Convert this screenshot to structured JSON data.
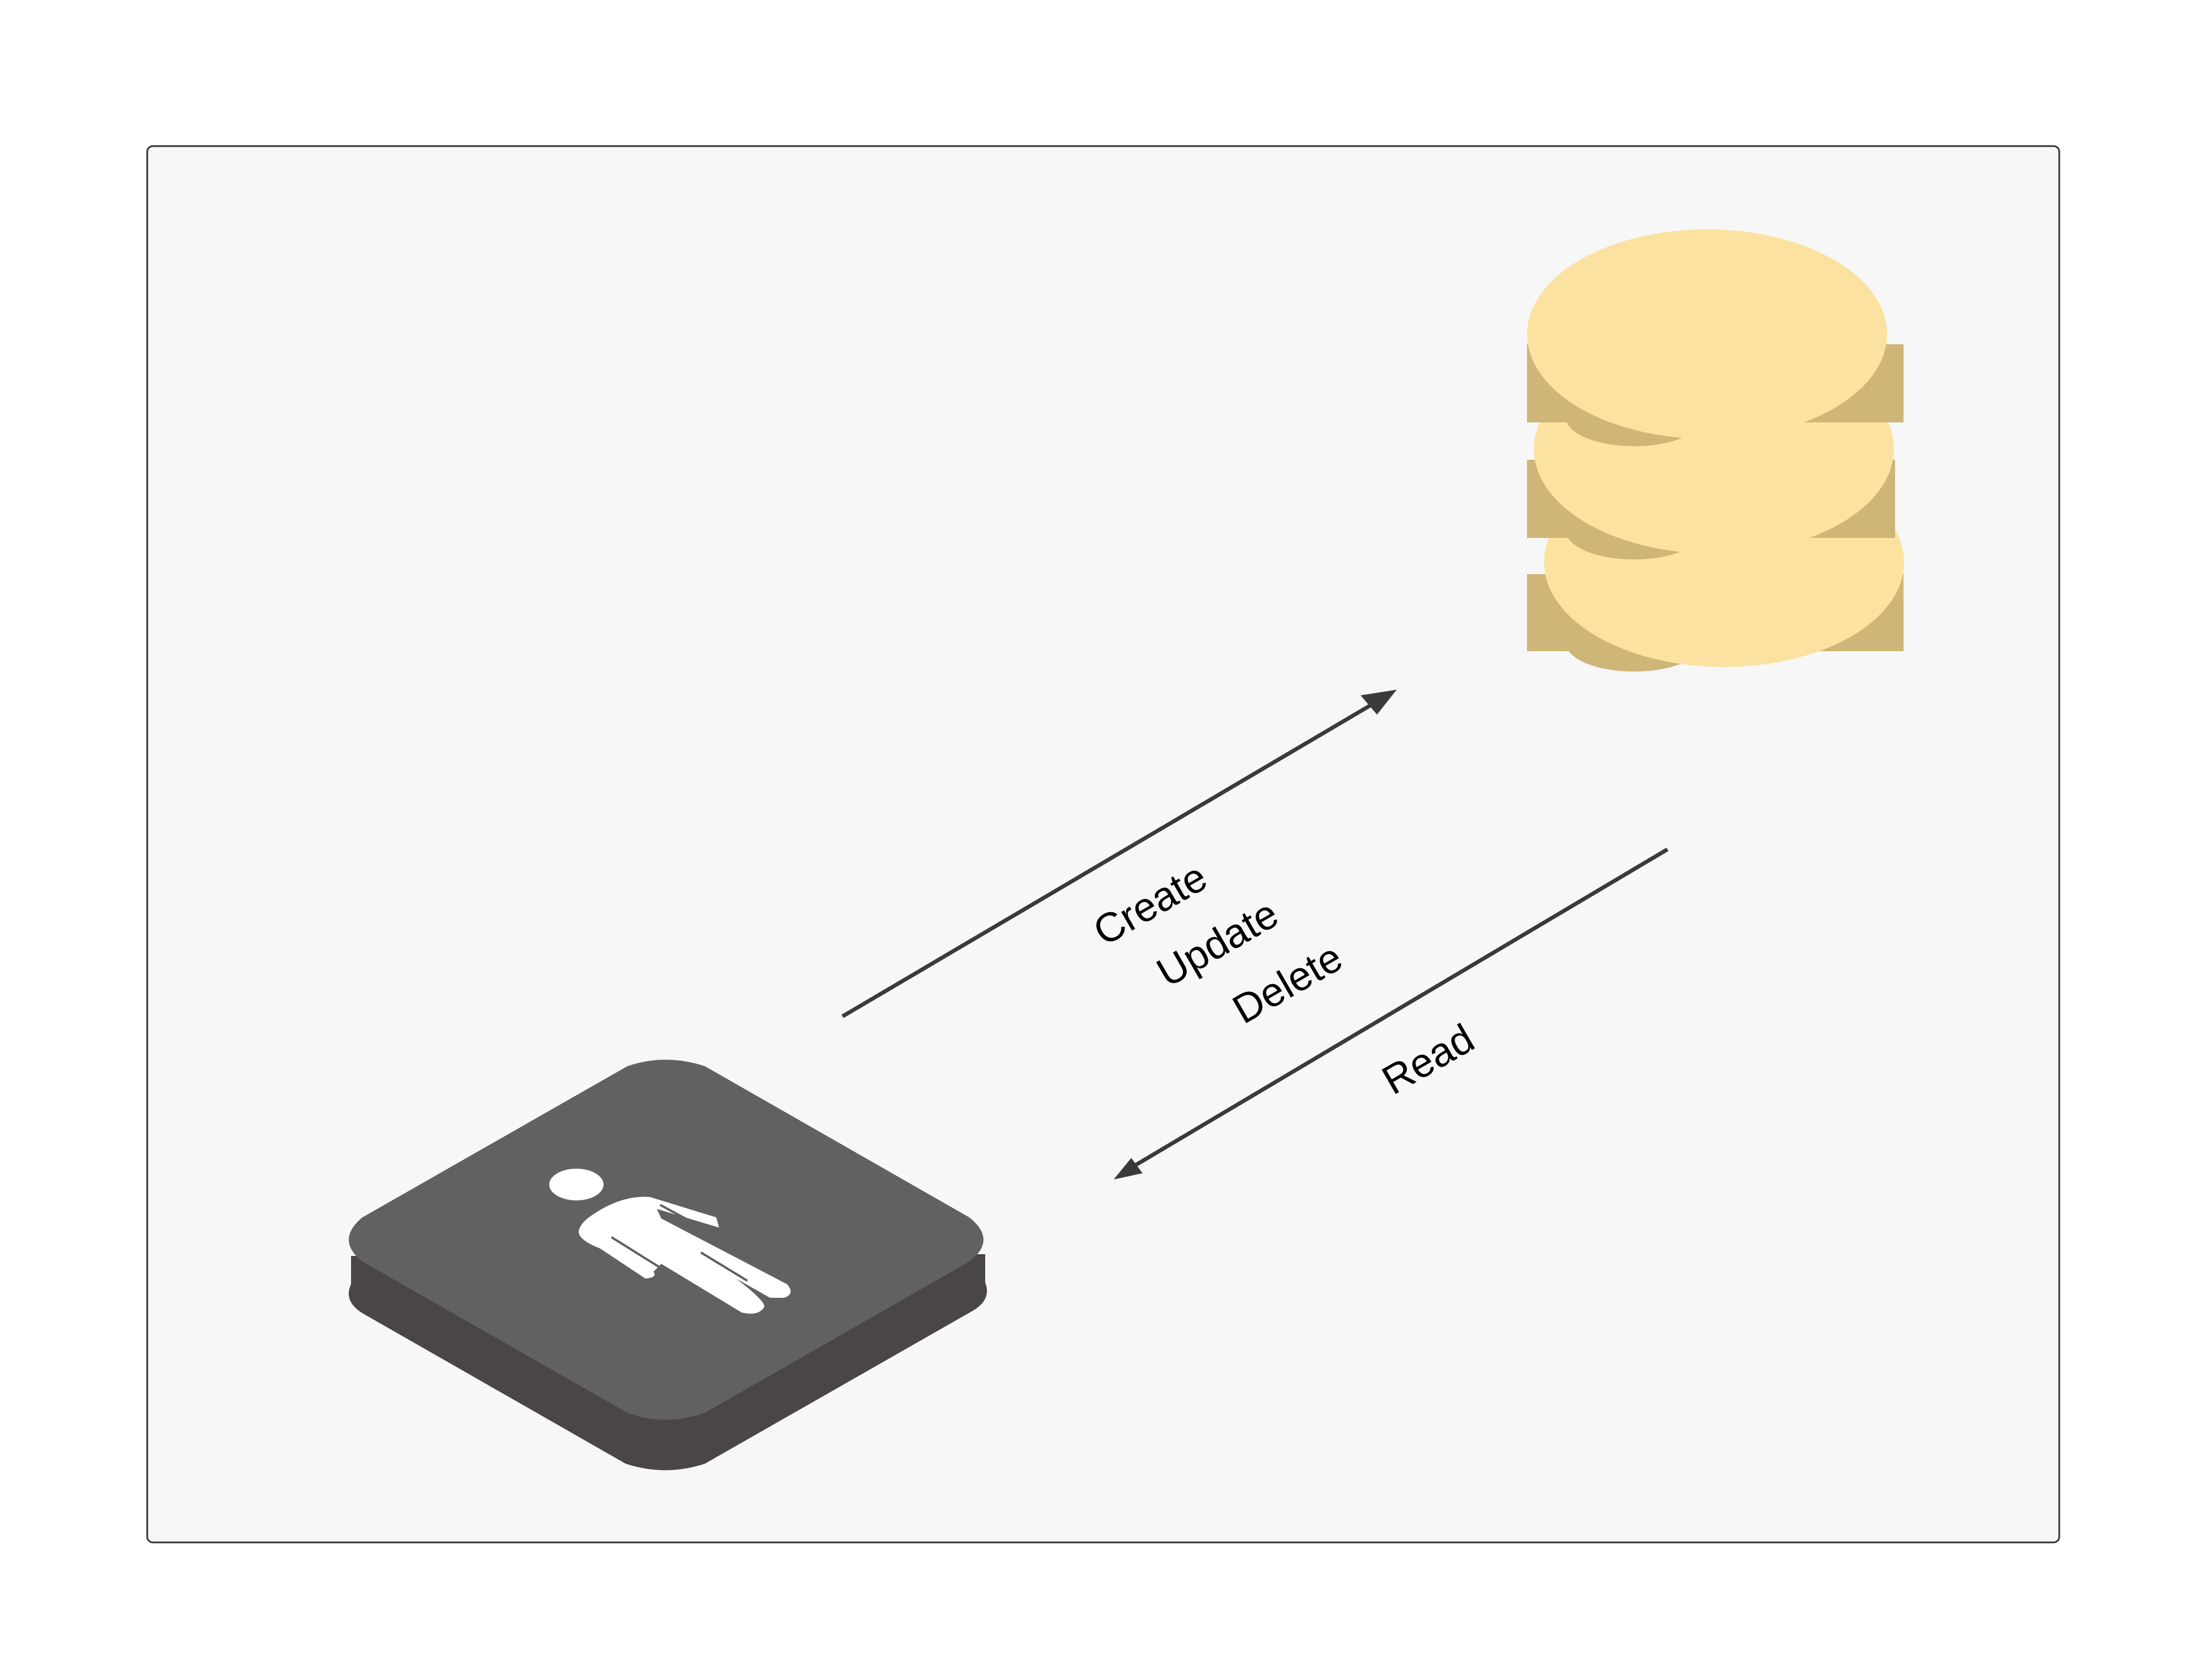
{
  "diagram": {
    "operations_to_database": [
      "Create",
      "Update",
      "Delete"
    ],
    "operations_from_database": [
      "Read"
    ]
  },
  "colors": {
    "background": "#ffffff",
    "panel_fill": "#f7f7f7",
    "panel_border": "#333333",
    "arrow": "#3a3a3a",
    "database_top": "#fce2a0",
    "database_side": "#cdb677",
    "user_tile_top": "#616161",
    "user_tile_side": "#4a4646",
    "user_figure": "#ffffff"
  },
  "icons": {
    "user": "person-icon",
    "database": "database-icon"
  }
}
